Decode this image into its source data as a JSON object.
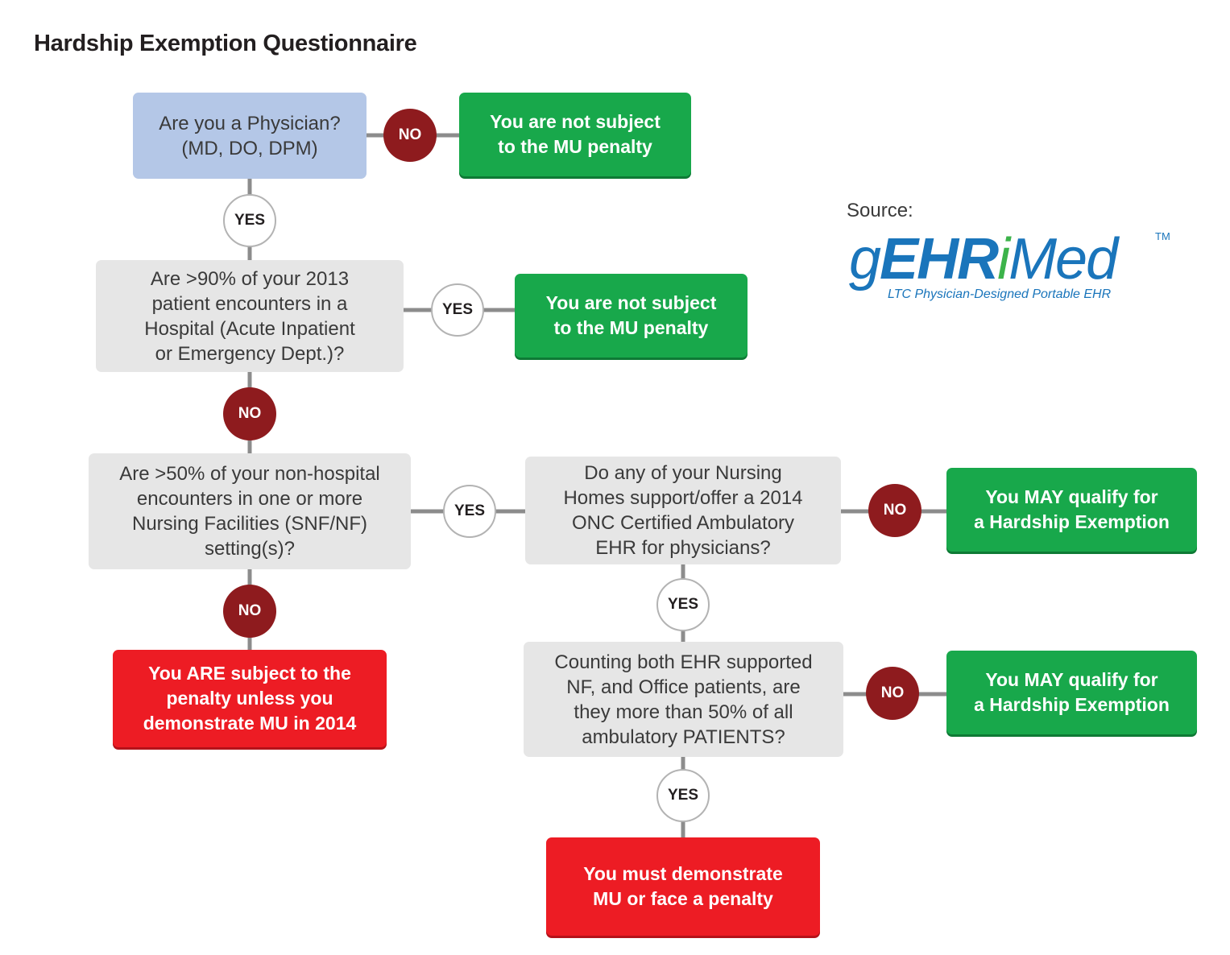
{
  "title": "Hardship Exemption Questionnaire",
  "questions": {
    "q1": "Are you a Physician?\n(MD, DO, DPM)",
    "q2": "Are >90% of your 2013\npatient encounters in a\nHospital (Acute Inpatient\nor Emergency Dept.)?",
    "q3": "Are >50% of your non-hospital\nencounters in one or more\nNursing Facilities (SNF/NF)\nsetting(s)?",
    "q4": "Do any of your Nursing\nHomes support/offer a 2014\nONC Certified Ambulatory\nEHR for physicians?",
    "q5": "Counting both EHR supported\nNF, and Office patients, are\nthey more than 50% of all\nambulatory PATIENTS?"
  },
  "outcomes": {
    "o1": "You are not subject\nto the MU penalty",
    "o2": "You are not subject\nto the MU penalty",
    "o3": "You MAY qualify for\na Hardship Exemption",
    "o4": "You ARE subject to the\npenalty unless you\ndemonstrate MU in 2014",
    "o5": "You MAY qualify for\na Hardship Exemption",
    "o6": "You must demonstrate\nMU or face a penalty"
  },
  "edges": {
    "q1_no": "NO",
    "q1_yes": "YES",
    "q2_yes": "YES",
    "q2_no": "NO",
    "q3_yes": "YES",
    "q3_no": "NO",
    "q4_no": "NO",
    "q4_yes": "YES",
    "q5_no": "NO",
    "q5_yes": "YES"
  },
  "source": {
    "label": "Source:",
    "logo_text": "gEHRiMed",
    "logo_tm": "TM",
    "logo_tagline": "LTC Physician-Designed Portable EHR"
  },
  "colors": {
    "question_grey": "#e6e6e6",
    "question_blue": "#b4c7e7",
    "outcome_green": "#18a84b",
    "outcome_red": "#ed1c24",
    "no_badge": "#8e1b1e",
    "connector": "#8c8c8c",
    "logo_blue": "#1a75bb",
    "logo_green": "#3cb34a"
  }
}
